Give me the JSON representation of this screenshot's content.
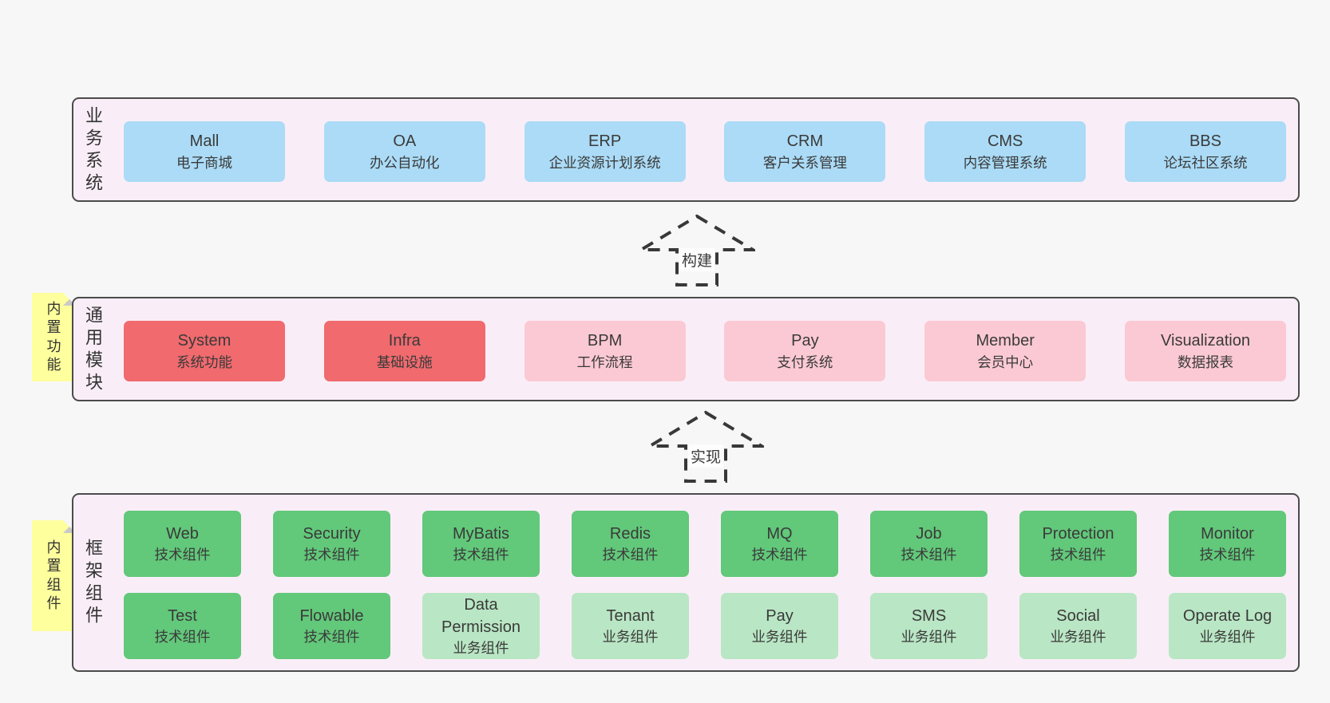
{
  "colors": {
    "page_bg": "#f7f7f7",
    "layer_bg": "#f9eef7",
    "layer_border": "#4b4b4b",
    "blue_box": "#abdbf6",
    "red_box": "#f06a6e",
    "pink_box": "#fbc9d3",
    "green_box": "#62c87a",
    "light_green_box": "#b9e6c4",
    "sticky_yellow": "#feff9d",
    "sticky_fold": "#c9c9c9",
    "text": "#3a3a3a"
  },
  "arrows": [
    {
      "label": "构建"
    },
    {
      "label": "实现"
    }
  ],
  "layers": [
    {
      "id": "business-systems",
      "side_label": "业务系统",
      "boxes": [
        {
          "name": "Mall",
          "subtitle": "电子商城",
          "variant": "blue"
        },
        {
          "name": "OA",
          "subtitle": "办公自动化",
          "variant": "blue"
        },
        {
          "name": "ERP",
          "subtitle": "企业资源计划系统",
          "variant": "blue"
        },
        {
          "name": "CRM",
          "subtitle": "客户关系管理",
          "variant": "blue"
        },
        {
          "name": "CMS",
          "subtitle": "内容管理系统",
          "variant": "blue"
        },
        {
          "name": "BBS",
          "subtitle": "论坛社区系统",
          "variant": "blue"
        }
      ]
    },
    {
      "id": "common-modules",
      "side_label": "通用模块",
      "sticky": "内置功能",
      "boxes": [
        {
          "name": "System",
          "subtitle": "系统功能",
          "variant": "red"
        },
        {
          "name": "Infra",
          "subtitle": "基础设施",
          "variant": "red"
        },
        {
          "name": "BPM",
          "subtitle": "工作流程",
          "variant": "pink"
        },
        {
          "name": "Pay",
          "subtitle": "支付系统",
          "variant": "pink"
        },
        {
          "name": "Member",
          "subtitle": "会员中心",
          "variant": "pink"
        },
        {
          "name": "Visualization",
          "subtitle": "数据报表",
          "variant": "pink"
        }
      ]
    },
    {
      "id": "framework-components",
      "side_label": "框架组件",
      "sticky": "内置组件",
      "rows": [
        [
          {
            "name": "Web",
            "subtitle": "技术组件",
            "variant": "green"
          },
          {
            "name": "Security",
            "subtitle": "技术组件",
            "variant": "green"
          },
          {
            "name": "MyBatis",
            "subtitle": "技术组件",
            "variant": "green"
          },
          {
            "name": "Redis",
            "subtitle": "技术组件",
            "variant": "green"
          },
          {
            "name": "MQ",
            "subtitle": "技术组件",
            "variant": "green"
          },
          {
            "name": "Job",
            "subtitle": "技术组件",
            "variant": "green"
          },
          {
            "name": "Protection",
            "subtitle": "技术组件",
            "variant": "green"
          },
          {
            "name": "Monitor",
            "subtitle": "技术组件",
            "variant": "green"
          }
        ],
        [
          {
            "name": "Test",
            "subtitle": "技术组件",
            "variant": "green"
          },
          {
            "name": "Flowable",
            "subtitle": "技术组件",
            "variant": "green"
          },
          {
            "name": "Data Permission",
            "subtitle": "业务组件",
            "variant": "lightgreen"
          },
          {
            "name": "Tenant",
            "subtitle": "业务组件",
            "variant": "lightgreen"
          },
          {
            "name": "Pay",
            "subtitle": "业务组件",
            "variant": "lightgreen"
          },
          {
            "name": "SMS",
            "subtitle": "业务组件",
            "variant": "lightgreen"
          },
          {
            "name": "Social",
            "subtitle": "业务组件",
            "variant": "lightgreen"
          },
          {
            "name": "Operate Log",
            "subtitle": "业务组件",
            "variant": "lightgreen"
          }
        ]
      ]
    }
  ]
}
